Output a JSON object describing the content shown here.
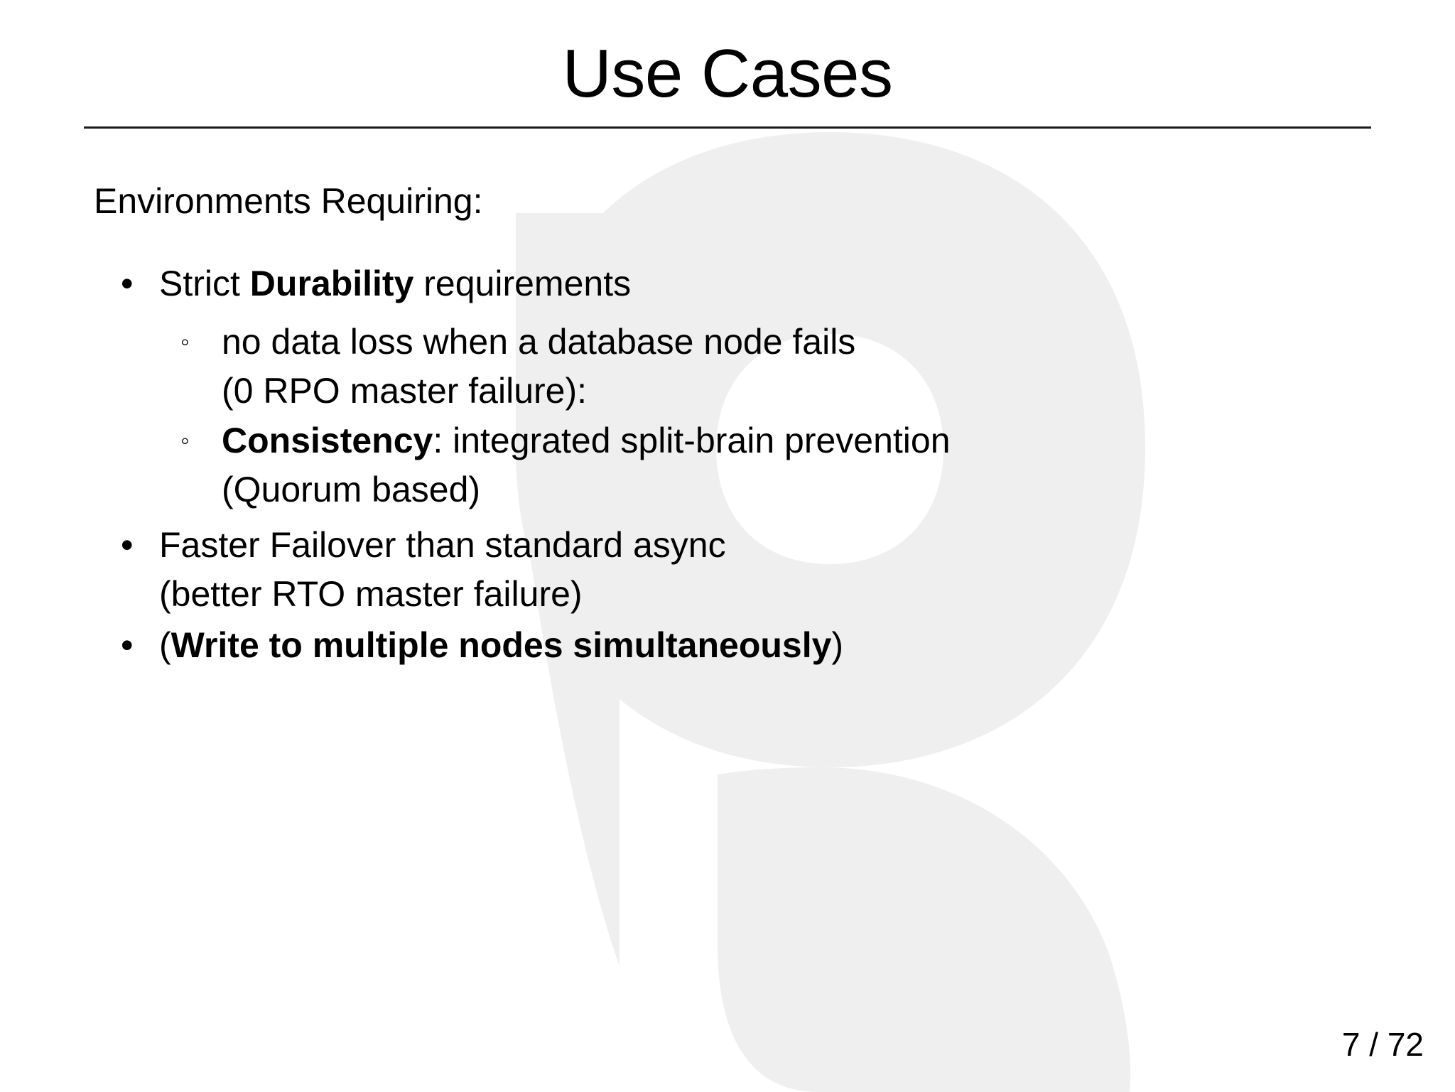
{
  "slide": {
    "title": "Use Cases",
    "intro": "Environments Requiring:",
    "watermark_letter": "p",
    "watermark_color": "#efefef",
    "text_color": "#000000",
    "rule_color": "#1a1a1a",
    "bullets": [
      {
        "marker": "bullet-filled",
        "marker_glyph": "•",
        "parts": [
          {
            "text": "Strict ",
            "bold": false
          },
          {
            "text": "Durability",
            "bold": true
          },
          {
            "text": " requirements",
            "bold": false
          }
        ],
        "children": [
          {
            "marker": "bullet-hollow",
            "marker_glyph": "◦",
            "lines": [
              {
                "parts": [
                  {
                    "text": "no data loss when a database node fails",
                    "bold": false
                  }
                ]
              },
              {
                "parts": [
                  {
                    "text": "(0 RPO master failure):",
                    "bold": false
                  }
                ]
              }
            ]
          },
          {
            "marker": "bullet-hollow",
            "marker_glyph": "◦",
            "lines": [
              {
                "parts": [
                  {
                    "text": "Consistency",
                    "bold": true
                  },
                  {
                    "text": ": integrated split-brain prevention",
                    "bold": false
                  }
                ]
              },
              {
                "parts": [
                  {
                    "text": "(Quorum based)",
                    "bold": false
                  }
                ]
              }
            ]
          }
        ]
      },
      {
        "marker": "bullet-filled",
        "marker_glyph": "•",
        "lines": [
          {
            "parts": [
              {
                "text": "Faster Failover than standard async",
                "bold": false
              }
            ]
          },
          {
            "parts": [
              {
                "text": "(better RTO master failure)",
                "bold": false
              }
            ]
          }
        ]
      },
      {
        "marker": "bullet-filled",
        "marker_glyph": "•",
        "lines": [
          {
            "parts": [
              {
                "text": "(",
                "bold": false
              },
              {
                "text": "Write to multiple nodes simultaneously",
                "bold": true
              },
              {
                "text": ")",
                "bold": false
              }
            ]
          }
        ]
      }
    ],
    "page_indicator": "7 / 72"
  }
}
